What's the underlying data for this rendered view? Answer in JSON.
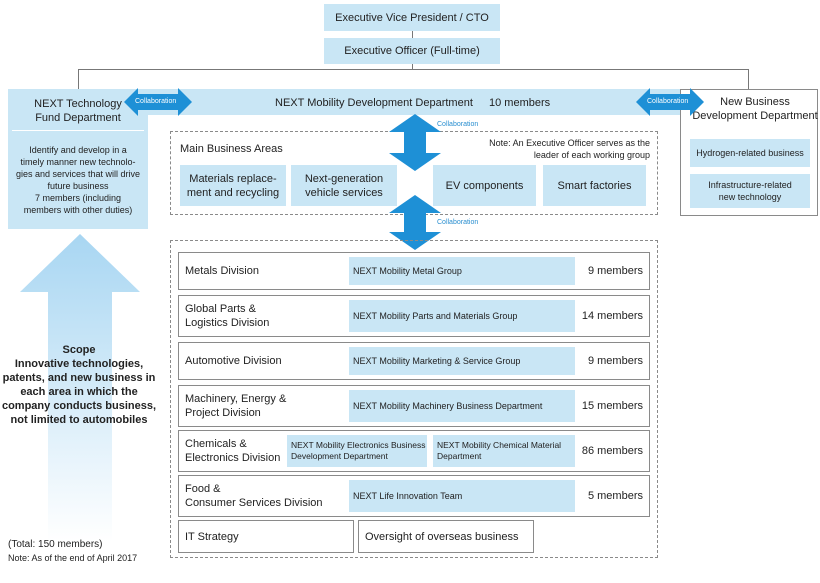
{
  "top": {
    "cto": "Executive Vice President / CTO",
    "executive_officer": "Executive Officer (Full-time)"
  },
  "next_mobility": {
    "title": "NEXT Mobility Development Department",
    "members": "10 members"
  },
  "collaboration_label": "Collaboration",
  "fund": {
    "title_line1": "NEXT Technology",
    "title_line2": "Fund Department",
    "description": [
      "Identify and develop in a",
      "timely manner new technolo-",
      "gies and services that will drive",
      "future business",
      "7 members (including",
      "members with other duties)"
    ]
  },
  "new_business": {
    "title_line1": "New Business",
    "title_line2": "Development Department",
    "items": [
      {
        "line1": "Hydrogen-related business",
        "line2": ""
      },
      {
        "line1": "Infrastructure-related",
        "line2": "new technology"
      }
    ]
  },
  "main_areas": {
    "heading": "Main Business Areas",
    "note_line1": "Note: An Executive Officer serves as the",
    "note_line2": "leader of each working group",
    "areas": [
      {
        "line1": "Materials replace-",
        "line2": "ment and recycling"
      },
      {
        "line1": "Next-generation",
        "line2": "vehicle services"
      },
      {
        "line1": "EV components",
        "line2": ""
      },
      {
        "line1": "Smart factories",
        "line2": ""
      }
    ]
  },
  "divisions": [
    {
      "name_line1": "Metals Division",
      "name_line2": "",
      "groups": [
        "NEXT Mobility Metal Group"
      ],
      "members": "9 members"
    },
    {
      "name_line1": "Global Parts &",
      "name_line2": "Logistics Division",
      "groups": [
        "NEXT Mobility Parts and Materials Group"
      ],
      "members": "14 members"
    },
    {
      "name_line1": "Automotive Division",
      "name_line2": "",
      "groups": [
        "NEXT Mobility Marketing & Service Group"
      ],
      "members": "9 members"
    },
    {
      "name_line1": "Machinery, Energy &",
      "name_line2": "Project Division",
      "groups": [
        "NEXT Mobility Machinery Business Department"
      ],
      "members": "15 members"
    },
    {
      "name_line1": "Chemicals &",
      "name_line2": "Electronics Division",
      "groups": [
        "NEXT Mobility Electronics Business Development Department",
        "NEXT Mobility Chemical Material Department"
      ],
      "members": "86 members"
    },
    {
      "name_line1": "Food &",
      "name_line2": "Consumer Services Division",
      "groups": [
        "NEXT Life Innovation Team"
      ],
      "members": "5 members"
    }
  ],
  "bottom_boxes": {
    "it": "IT Strategy",
    "overseas": "Oversight of overseas business"
  },
  "scope": {
    "title": "Scope",
    "text_lines": [
      "Innovative technologies,",
      "patents, and new business in",
      "each area in which the",
      "company conducts business,",
      "not limited to automobiles"
    ]
  },
  "footer": {
    "total": "(Total: 150 members)",
    "note": "Note: As of the end of April 2017"
  },
  "colors": {
    "light_blue": "#c9e6f5",
    "arrow_blue": "#1e90d6",
    "line_gray": "#777777"
  }
}
